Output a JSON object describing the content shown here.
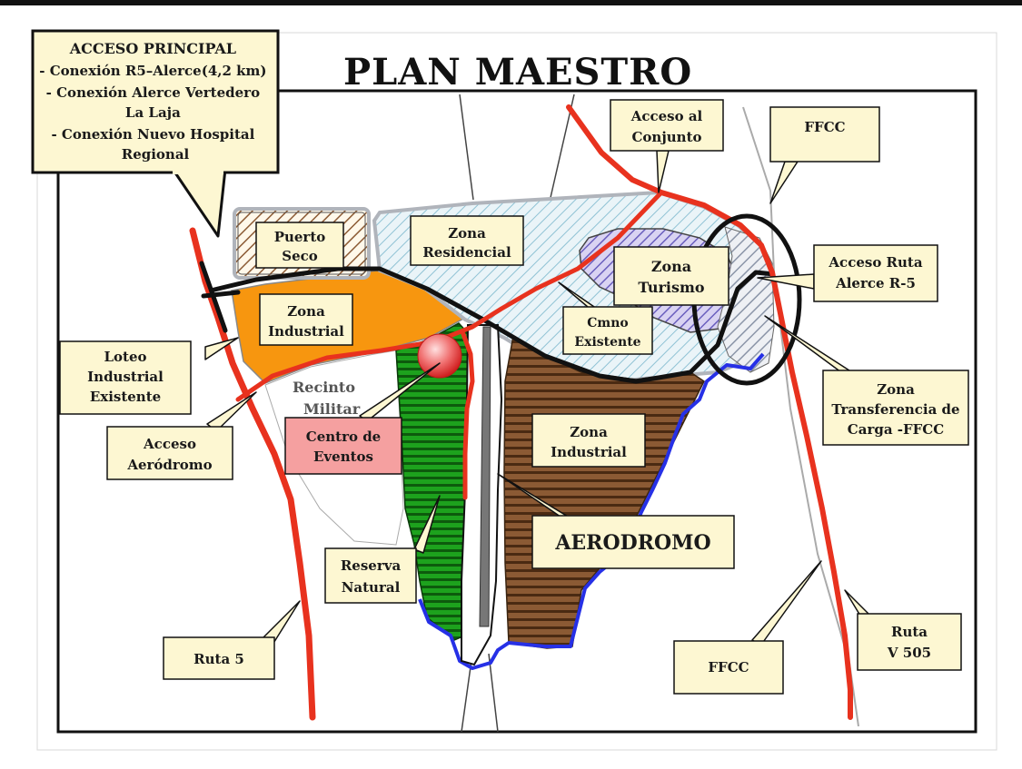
{
  "title": "PLAN MAESTRO",
  "callout_main": {
    "heading": "ACCESO PRINCIPAL",
    "lines": [
      "- Conexión R5–Alerce(4,2 km)",
      "- Conexión Alerce Vertedero",
      "La Laja",
      "- Conexión Nuevo Hospital",
      "Regional"
    ]
  },
  "zones": {
    "puerto_seco": [
      "Puerto",
      "Seco"
    ],
    "zona_residencial": [
      "Zona",
      "Residencial"
    ],
    "zona_turismo": [
      "Zona",
      "Turismo"
    ],
    "zona_industrial_west": [
      "Zona",
      "Industrial"
    ],
    "zona_industrial_east": [
      "Zona",
      "Industrial"
    ],
    "recinto_militar": [
      "Recinto",
      "Militar"
    ],
    "centro_eventos": [
      "Centro de",
      "Eventos"
    ],
    "aerodromo": "AERODROMO"
  },
  "labels": {
    "acceso_conjunto": [
      "Acceso al",
      "Conjunto"
    ],
    "ffcc_top": "FFCC",
    "acceso_ruta": [
      "Acceso Ruta",
      "Alerce R-5"
    ],
    "cmno_existente": [
      "Cmno",
      "Existente"
    ],
    "zona_transferencia": [
      "Zona",
      "Transferencia de",
      "Carga -FFCC"
    ],
    "loteo_industrial": [
      "Loteo",
      "Industrial",
      "Existente"
    ],
    "acceso_aerodromo": [
      "Acceso",
      "Aeródromo"
    ],
    "reserva_natural": [
      "Reserva",
      "Natural"
    ],
    "ruta5": "Ruta 5",
    "ffcc_bottom": "FFCC",
    "ruta_v505": [
      "Ruta",
      "V 505"
    ]
  },
  "colors": {
    "road": "#e8321e",
    "industrial_orange": "#f7960f",
    "airfield_brown": "#8b5a34",
    "reserve_green": "#1da21d",
    "river_blue": "#2630e6",
    "label_fill": "#fdf7d2",
    "eventos_fill": "#f5a0a0",
    "turismo_purple": "#7a6ec4"
  }
}
